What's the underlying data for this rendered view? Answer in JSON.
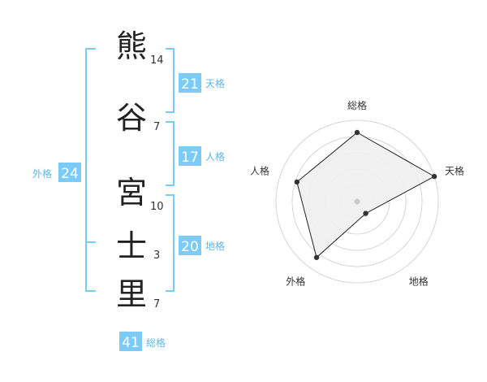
{
  "colors": {
    "accent": "#7ccbf7",
    "accent_text": "#5fb6ea",
    "badge_text": "#ffffff",
    "kanji": "#222222",
    "stroke_count": "#333333",
    "radar_ring": "#d5d5d5",
    "radar_fill": "#efefef",
    "radar_line": "#222222",
    "radar_point": "#333333",
    "radar_center": "#cccccc"
  },
  "name": {
    "characters": [
      {
        "char": "熊",
        "strokes": "14"
      },
      {
        "char": "谷",
        "strokes": "7"
      },
      {
        "char": "宮",
        "strokes": "10"
      },
      {
        "char": "士",
        "strokes": "3"
      },
      {
        "char": "里",
        "strokes": "7"
      }
    ]
  },
  "fortunes": {
    "tenkaku": {
      "value": "21",
      "label": "天格"
    },
    "jinkaku": {
      "value": "17",
      "label": "人格"
    },
    "chikaku": {
      "value": "20",
      "label": "地格"
    },
    "gaikaku": {
      "value": "24",
      "label": "外格"
    },
    "soukaku": {
      "value": "41",
      "label": "総格"
    }
  },
  "chart_data": {
    "type": "radar",
    "axes": [
      "総格",
      "天格",
      "地格",
      "外格",
      "人格"
    ],
    "values": [
      0.85,
      1.0,
      0.18,
      0.85,
      0.78
    ],
    "range": [
      0,
      1
    ],
    "rings": 5
  }
}
